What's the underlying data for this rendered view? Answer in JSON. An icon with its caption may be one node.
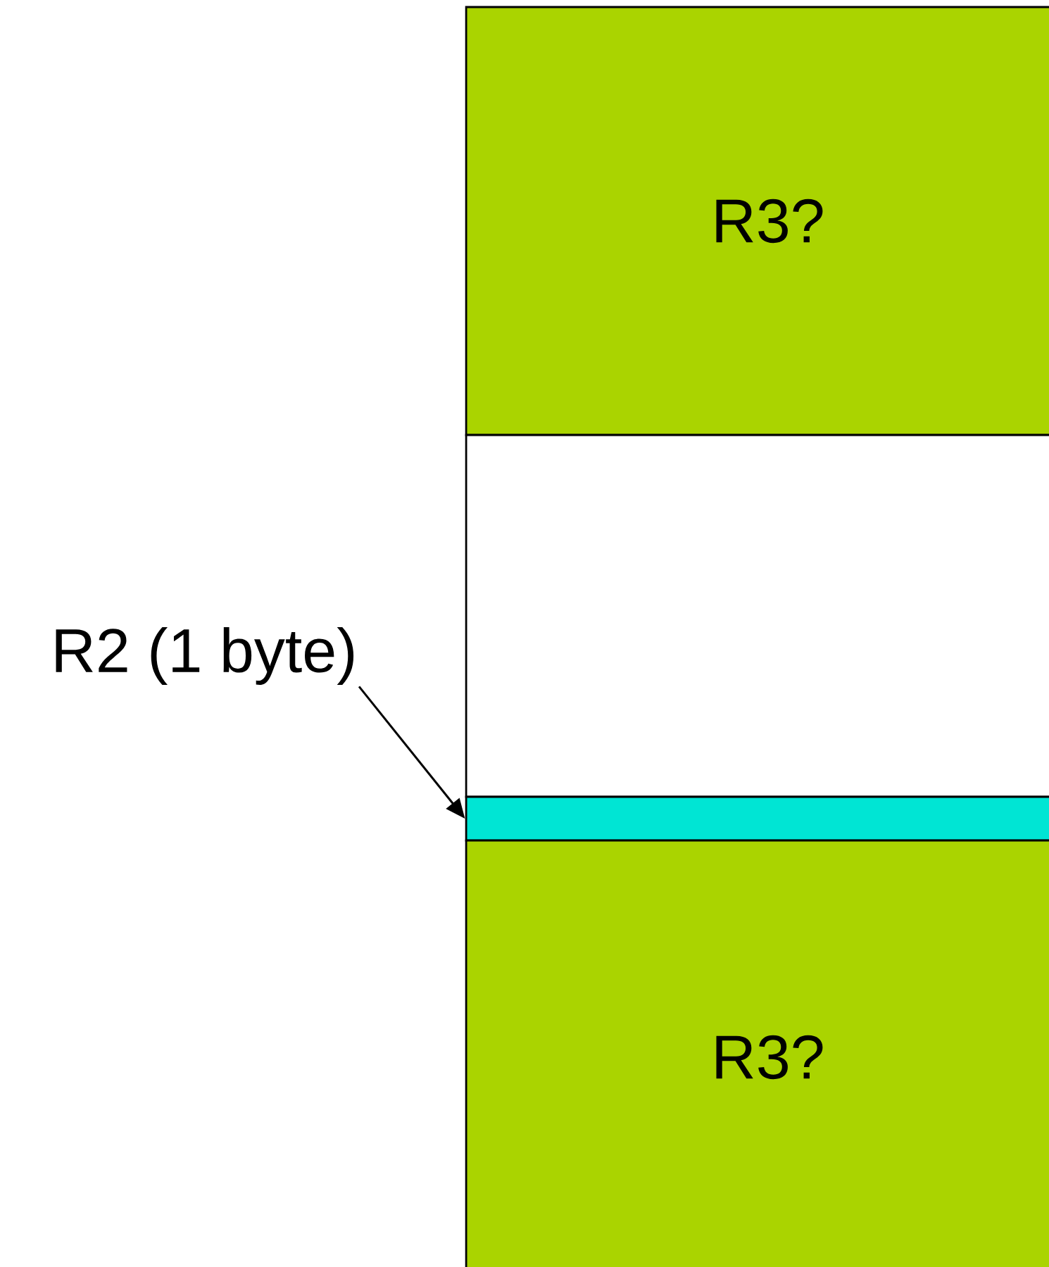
{
  "diagram": {
    "nodes": [
      {
        "text": [
          "R3?"
        ]
      },
      {
        "text": [],
        "shape": "box"
      },
      {
        "text": [],
        "shape": "bar"
      },
      {
        "text": [
          "R3?"
        ]
      },
      {
        "text": [
          "R2 (1 byte)"
        ]
      }
    ],
    "edges": [
      {
        "from": 4,
        "to": 2,
        "arrow": "to"
      }
    ]
  }
}
